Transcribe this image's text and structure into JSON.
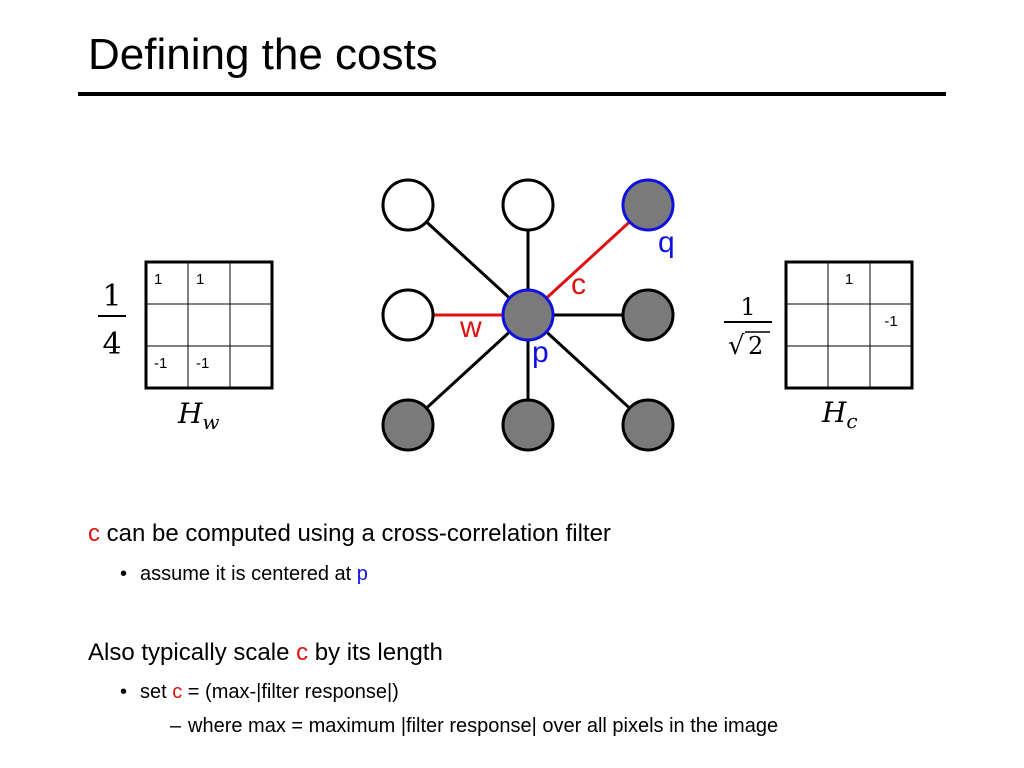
{
  "slide": {
    "title": "Defining the costs"
  },
  "diagram": {
    "labels": {
      "q": "q",
      "c": "c",
      "w": "w",
      "p": "p"
    },
    "filters": {
      "hw": {
        "scale_numerator": "1",
        "scale_denominator": "4",
        "name_base": "H",
        "name_sub": "w",
        "cells": [
          [
            "1",
            "1",
            ""
          ],
          [
            "",
            "",
            ""
          ],
          [
            "-1",
            "-1",
            ""
          ]
        ]
      },
      "hc": {
        "scale_numerator": "1",
        "scale_denominator": "2",
        "scale_radical": "√",
        "name_base": "H",
        "name_sub": "c",
        "cells": [
          [
            "",
            "1",
            ""
          ],
          [
            "",
            "",
            "-1"
          ],
          [
            "",
            "",
            ""
          ]
        ]
      }
    },
    "colors": {
      "highlight_red": "#e01010",
      "highlight_blue": "#1010e0",
      "node_filled": "#7a7a7a",
      "node_empty": "#ffffff"
    }
  },
  "bullets": {
    "b1": {
      "c": "c",
      "text": " can be computed using a cross-correlation filter"
    },
    "b1_sub": {
      "marker": "•",
      "text": "assume it is centered at ",
      "p": "p"
    },
    "b2": {
      "before": "Also typically scale ",
      "c": "c",
      "after": " by its length"
    },
    "b2_sub": {
      "marker": "•",
      "before": "set ",
      "c": "c",
      "after": " = (max-|filter response|)"
    },
    "b2_subsub": {
      "marker": "–",
      "text": "where max = maximum |filter response| over all pixels in the image"
    }
  }
}
